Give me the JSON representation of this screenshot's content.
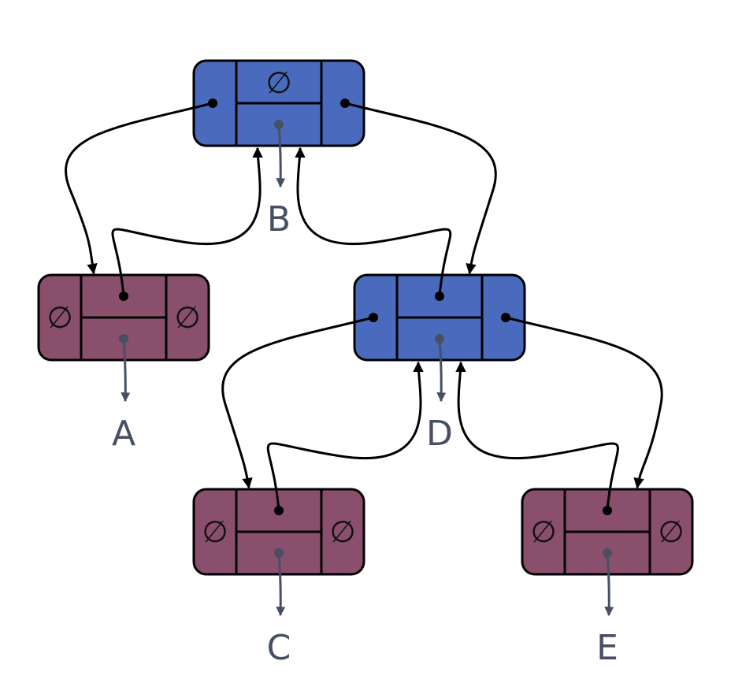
{
  "colors": {
    "internal": "#4a6bbd",
    "leaf": "#8a4f6d",
    "pointer": "#000000",
    "element": "#475063"
  },
  "null_symbol": "∅",
  "nodes": [
    {
      "id": "B",
      "kind": "internal",
      "label": "B",
      "left_null": false,
      "right_null": false,
      "parent_null": true
    },
    {
      "id": "A",
      "kind": "leaf",
      "label": "A",
      "left_null": true,
      "right_null": true,
      "parent_null": false
    },
    {
      "id": "D",
      "kind": "internal",
      "label": "D",
      "left_null": false,
      "right_null": false,
      "parent_null": false
    },
    {
      "id": "C",
      "kind": "leaf",
      "label": "C",
      "left_null": true,
      "right_null": true,
      "parent_null": false
    },
    {
      "id": "E",
      "kind": "leaf",
      "label": "E",
      "left_null": true,
      "right_null": true,
      "parent_null": false
    }
  ],
  "edges": [
    {
      "from": "B",
      "to": "A",
      "type": "left-child"
    },
    {
      "from": "A",
      "to": "B",
      "type": "parent"
    },
    {
      "from": "B",
      "to": "D",
      "type": "right-child"
    },
    {
      "from": "D",
      "to": "B",
      "type": "parent"
    },
    {
      "from": "D",
      "to": "C",
      "type": "left-child"
    },
    {
      "from": "C",
      "to": "D",
      "type": "parent"
    },
    {
      "from": "D",
      "to": "E",
      "type": "right-child"
    },
    {
      "from": "E",
      "to": "D",
      "type": "parent"
    }
  ]
}
